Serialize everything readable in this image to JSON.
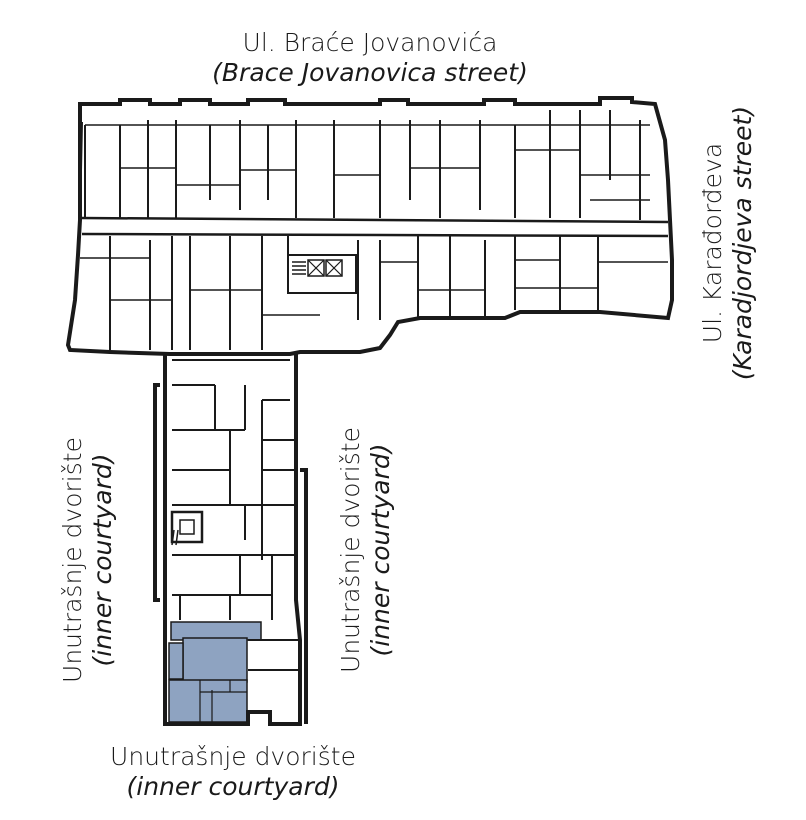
{
  "labels": {
    "top_name": "Ul. Braće Jovanovića",
    "top_translation": "(Brace Jovanovica street)",
    "right_name": "Ul. Karađorđeva",
    "right_translation": "(Karadjordjeva street)",
    "left_name": "Unutrašnje dvorište",
    "left_translation": "(inner courtyard)",
    "middle_name": "Unutrašnje dvorište",
    "middle_translation": "(inner courtyard)",
    "bottom_name": "Unutrašnje dvorište",
    "bottom_translation": "(inner courtyard)"
  },
  "colors": {
    "wall": "#1a1a1a",
    "highlight_unit": "#8ea3c1",
    "background": "#ffffff"
  }
}
